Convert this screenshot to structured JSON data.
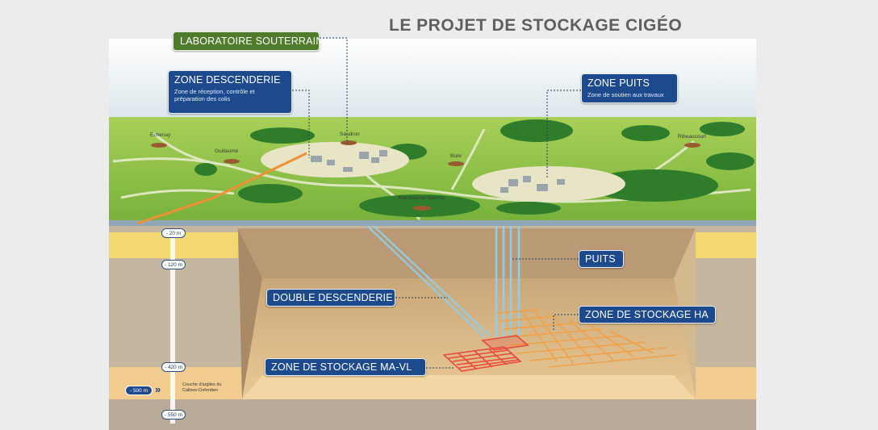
{
  "title": "LE PROJET DE STOCKAGE CIGÉO",
  "colors": {
    "label_blue": "#1d4a8c",
    "label_green": "#4e7c2c",
    "title": "#5f5f5f",
    "surface_green": "#86c040",
    "clay": "#f1cc8e",
    "tunnel_orange": "#f0a24a",
    "tunnel_red": "#e94a3a",
    "shaft_blue": "#8ccff0"
  },
  "labels": {
    "laboratoire": "LABORATOIRE SOUTERRAIN",
    "zone_descenderie": {
      "title": "ZONE DESCENDERIE",
      "subtitle": "Zone de réception, contrôle et préparation des colis"
    },
    "zone_puits": {
      "title": "ZONE PUITS",
      "subtitle": "Zone de soutien aux travaux"
    },
    "puits": "PUITS",
    "double_descenderie": "DOUBLE DESCENDERIE",
    "stockage_ha": "ZONE DE STOCKAGE HA",
    "stockage_mavl": "ZONE DE STOCKAGE MA-VL"
  },
  "towns": [
    "Echenay",
    "Guillaumé",
    "Saudron",
    "Bure",
    "Mandres-en-Barrois",
    "Ribeaucourt"
  ],
  "depths": [
    "- 20 m",
    "- 120 m",
    "- 420 m",
    "- 550 m"
  ],
  "layer": {
    "depth": "- 500 m",
    "chevrons": "»",
    "text": "Couche d'argiles du Callovo-Oxfordien"
  }
}
